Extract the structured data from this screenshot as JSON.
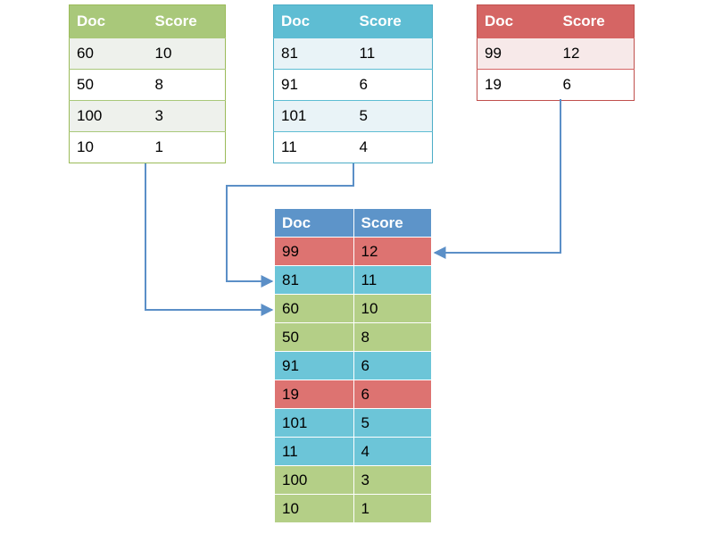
{
  "headers": {
    "doc": "Doc",
    "score": "Score"
  },
  "colors": {
    "green": "#a9c87a",
    "blue": "#5ebdd3",
    "red": "#d56564",
    "merged_header": "#5d94c9",
    "arrow": "#5b8fc7"
  },
  "tables": {
    "green": {
      "rows": [
        {
          "doc": "60",
          "score": "10"
        },
        {
          "doc": "50",
          "score": "8"
        },
        {
          "doc": "100",
          "score": "3"
        },
        {
          "doc": "10",
          "score": "1"
        }
      ]
    },
    "blue": {
      "rows": [
        {
          "doc": "81",
          "score": "11"
        },
        {
          "doc": "91",
          "score": "6"
        },
        {
          "doc": "101",
          "score": "5"
        },
        {
          "doc": "11",
          "score": "4"
        }
      ]
    },
    "red": {
      "rows": [
        {
          "doc": "99",
          "score": "12"
        },
        {
          "doc": "19",
          "score": "6"
        }
      ]
    }
  },
  "merged": {
    "rows": [
      {
        "doc": "99",
        "score": "12",
        "source": "red"
      },
      {
        "doc": "81",
        "score": "11",
        "source": "blue"
      },
      {
        "doc": "60",
        "score": "10",
        "source": "green"
      },
      {
        "doc": "50",
        "score": "8",
        "source": "green"
      },
      {
        "doc": "91",
        "score": "6",
        "source": "blue"
      },
      {
        "doc": "19",
        "score": "6",
        "source": "red"
      },
      {
        "doc": "101",
        "score": "5",
        "source": "blue"
      },
      {
        "doc": "11",
        "score": "4",
        "source": "blue"
      },
      {
        "doc": "100",
        "score": "3",
        "source": "green"
      },
      {
        "doc": "10",
        "score": "1",
        "source": "green"
      }
    ]
  }
}
